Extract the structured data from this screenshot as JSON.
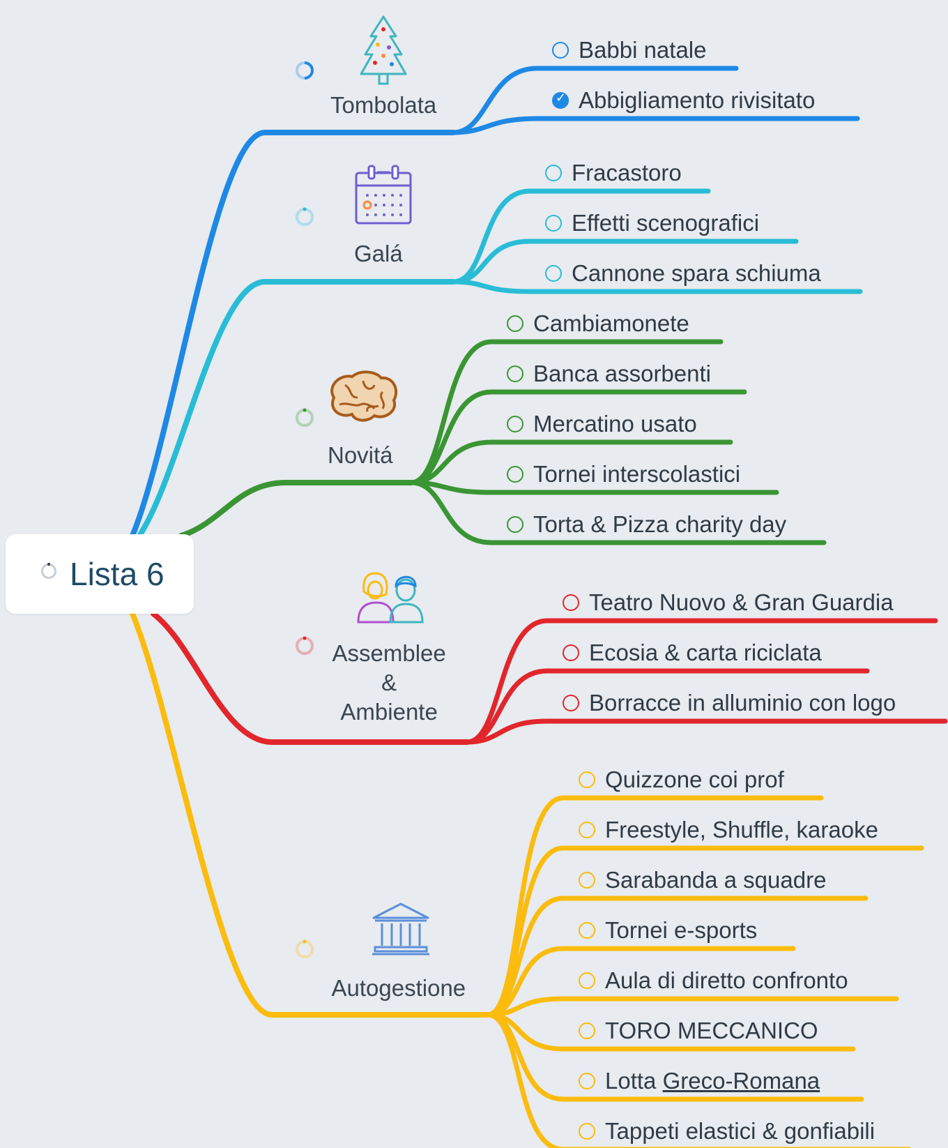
{
  "root": {
    "label": "Lista 6"
  },
  "branches": [
    {
      "label_lines": [
        "Tombolata"
      ],
      "color": "#1e88e5",
      "icon": "christmas-tree-icon",
      "items": [
        {
          "text": "Babbi natale",
          "checked": false
        },
        {
          "text": "Abbigliamento rivisitato",
          "checked": true
        }
      ]
    },
    {
      "label_lines": [
        "Galá"
      ],
      "color": "#29bcd6",
      "icon": "calendar-icon",
      "items": [
        {
          "text": "Fracastoro",
          "checked": false
        },
        {
          "text": "Effetti scenografici",
          "checked": false
        },
        {
          "text": "Cannone spara schiuma",
          "checked": false
        }
      ]
    },
    {
      "label_lines": [
        "Novitá"
      ],
      "color": "#3a9534",
      "icon": "brain-icon",
      "items": [
        {
          "text": "Cambiamonete",
          "checked": false
        },
        {
          "text": "Banca assorbenti",
          "checked": false
        },
        {
          "text": "Mercatino usato",
          "checked": false
        },
        {
          "text": "Tornei interscolastici",
          "checked": false
        },
        {
          "text": "Torta & Pizza charity day",
          "checked": false
        }
      ]
    },
    {
      "label_lines": [
        "Assemblee",
        "&",
        "Ambiente"
      ],
      "color": "#e1262c",
      "icon": "people-icon",
      "items": [
        {
          "text": "Teatro Nuovo & Gran Guardia",
          "checked": false
        },
        {
          "text": "Ecosia & carta riciclata",
          "checked": false
        },
        {
          "text": "Borracce in alluminio con logo",
          "checked": false
        }
      ]
    },
    {
      "label_lines": [
        "Autogestione"
      ],
      "color": "#fbbc0f",
      "icon": "institution-building-icon",
      "items": [
        {
          "text": "Quizzone coi prof",
          "checked": false
        },
        {
          "text": "Freestyle, Shuffle, karaoke",
          "checked": false
        },
        {
          "text": "Sarabanda a squadre",
          "checked": false
        },
        {
          "text": "Tornei e-sports",
          "checked": false
        },
        {
          "text": "Aula di diretto confronto",
          "checked": false
        },
        {
          "text": "TORO MECCANICO",
          "checked": false
        },
        {
          "text": "Lotta Greco-Romana",
          "checked": false,
          "underline": "Greco-Romana"
        },
        {
          "text": "Tappeti elastici & gonfiabili",
          "checked": false
        }
      ]
    }
  ]
}
